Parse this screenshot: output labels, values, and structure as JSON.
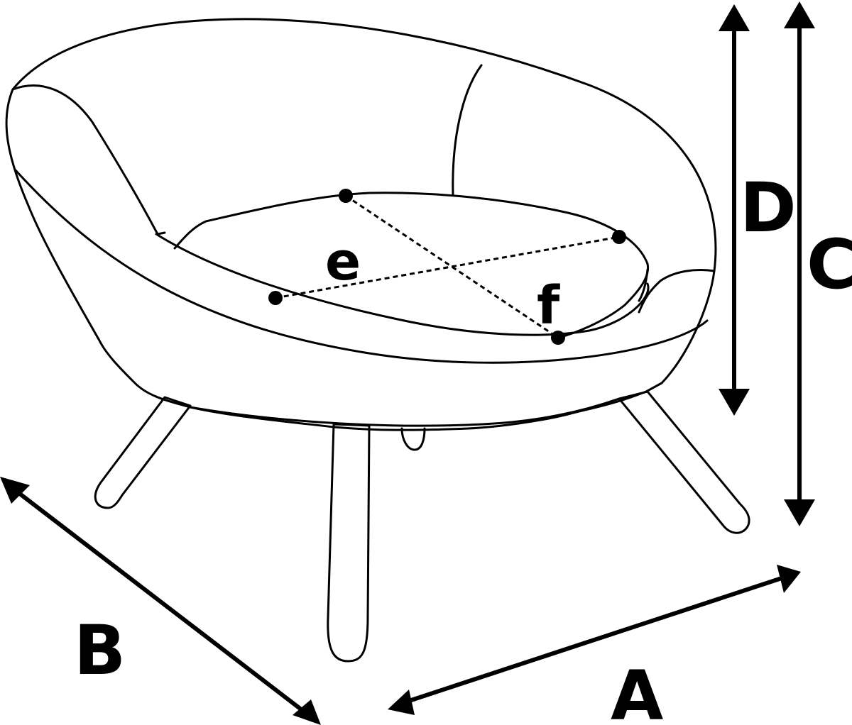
{
  "labels": {
    "A": "A",
    "B": "B",
    "C": "C",
    "D": "D",
    "e": "e",
    "f": "f"
  }
}
